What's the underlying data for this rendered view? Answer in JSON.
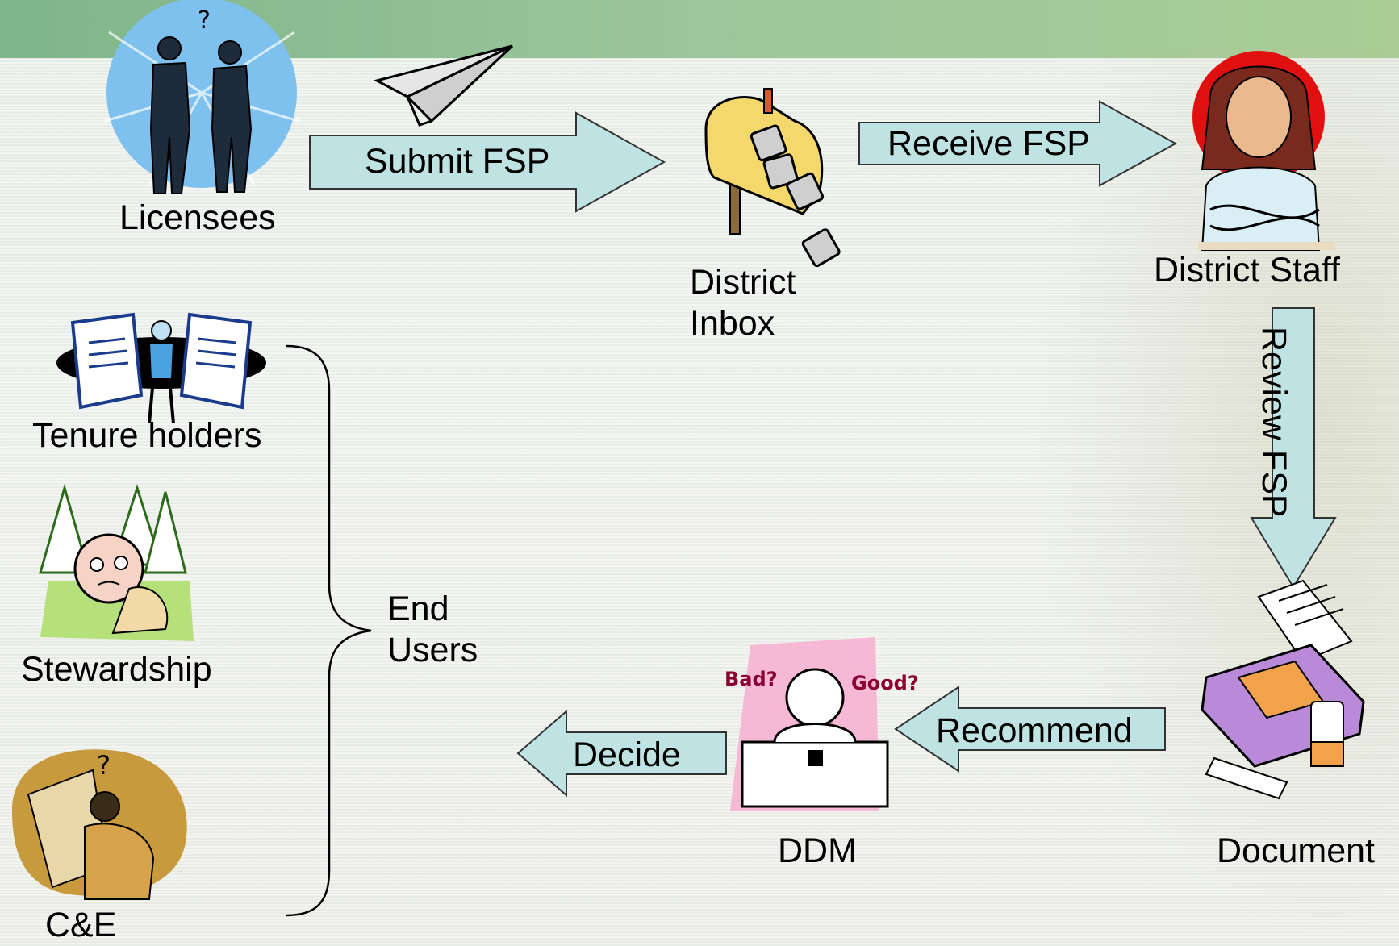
{
  "nodes": {
    "licensees": "Licensees",
    "district_inbox": "District\nInbox",
    "district_staff": "District Staff",
    "document": "Document",
    "ddm": "DDM",
    "tenure_holders": "Tenure holders",
    "stewardship": "Stewardship",
    "ce": "C&E",
    "end_users": "End\nUsers"
  },
  "arrows": {
    "submit": "Submit FSP",
    "receive": "Receive FSP",
    "review": "Review FSP",
    "recommend": "Recommend",
    "decide": "Decide"
  },
  "clipart": {
    "ddm_bad": "Bad?",
    "ddm_good": "Good?"
  },
  "colors": {
    "arrow_fill": "#bfe3e3",
    "arrow_stroke": "#333333",
    "header": "#8fbf90"
  }
}
